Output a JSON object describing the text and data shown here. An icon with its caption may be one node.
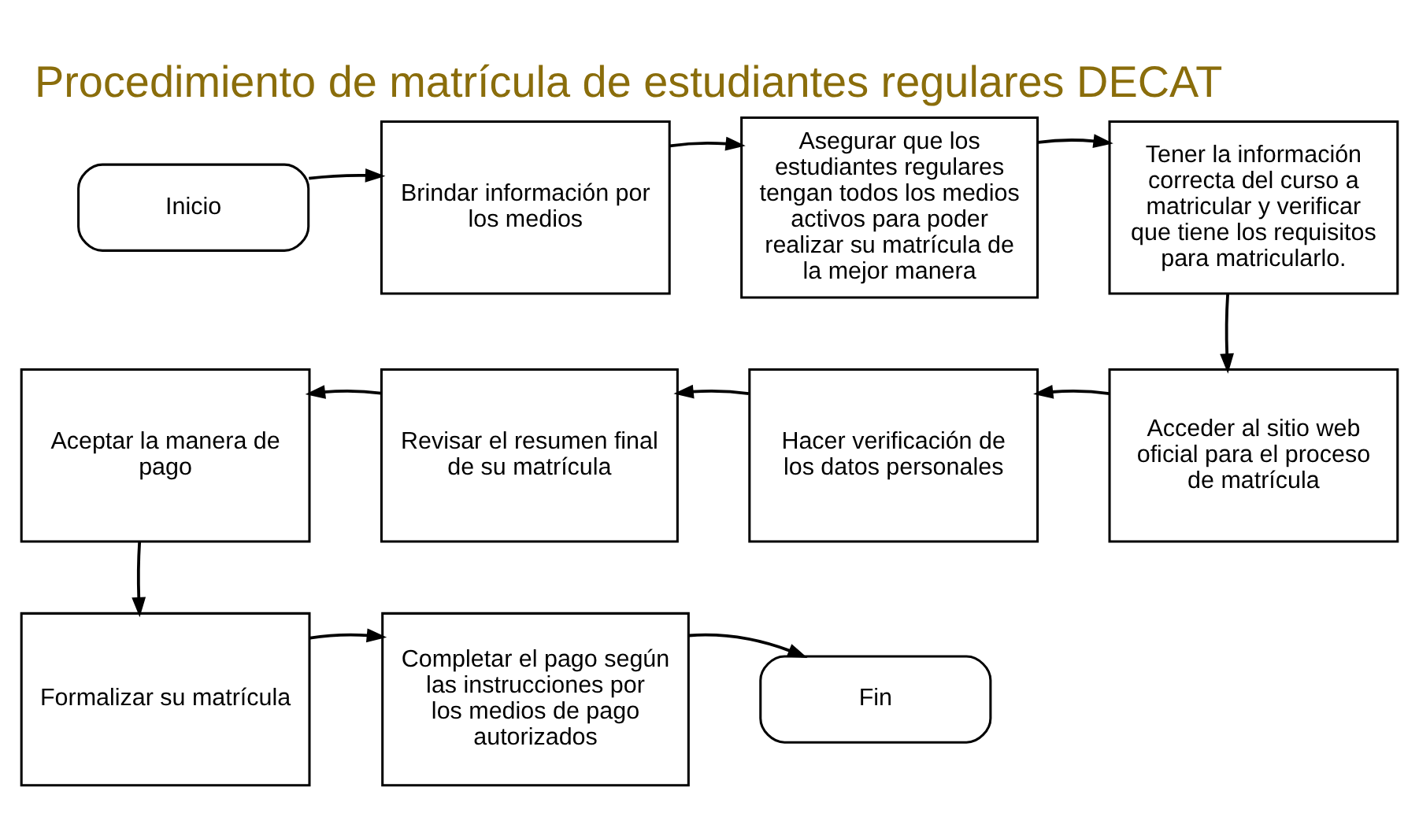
{
  "diagram": {
    "title": "Procedimiento de matrícula de estudiantes regulares DECAT",
    "nodes": [
      {
        "text": [
          "Inicio"
        ]
      },
      {
        "text": [
          "Brindar información por los medios"
        ]
      },
      {
        "text": [
          "Asegurar que los estudiantes regulares tengan todos los medios activos para poder realizar su matrícula de la mejor manera"
        ]
      },
      {
        "text": [
          "Tener la información correcta del curso a matricular y verificar que tiene los requisitos para matricularlo."
        ]
      },
      {
        "text": [
          "Acceder al sitio web oficial para el proceso de matrícula"
        ]
      },
      {
        "text": [
          "Hacer verificación de los datos personales"
        ]
      },
      {
        "text": [
          "Revisar el resumen final de su matrícula"
        ]
      },
      {
        "text": [
          "Aceptar la manera de pago"
        ]
      },
      {
        "text": [
          "Formalizar su matrícula"
        ]
      },
      {
        "text": [
          "Completar el pago según las instrucciones por los medios de pago autorizados"
        ]
      },
      {
        "text": [
          "Fin"
        ]
      }
    ],
    "edges": [
      {
        "from": 0,
        "to": 1,
        "arrow": "to"
      },
      {
        "from": 1,
        "to": 2,
        "arrow": "to"
      },
      {
        "from": 2,
        "to": 3,
        "arrow": "to"
      },
      {
        "from": 3,
        "to": 4,
        "arrow": "to"
      },
      {
        "from": 4,
        "to": 5,
        "arrow": "to"
      },
      {
        "from": 5,
        "to": 6,
        "arrow": "to"
      },
      {
        "from": 6,
        "to": 7,
        "arrow": "to"
      },
      {
        "from": 7,
        "to": 8,
        "arrow": "to"
      },
      {
        "from": 8,
        "to": 9,
        "arrow": "to"
      },
      {
        "from": 9,
        "to": 10,
        "arrow": "to"
      }
    ]
  }
}
